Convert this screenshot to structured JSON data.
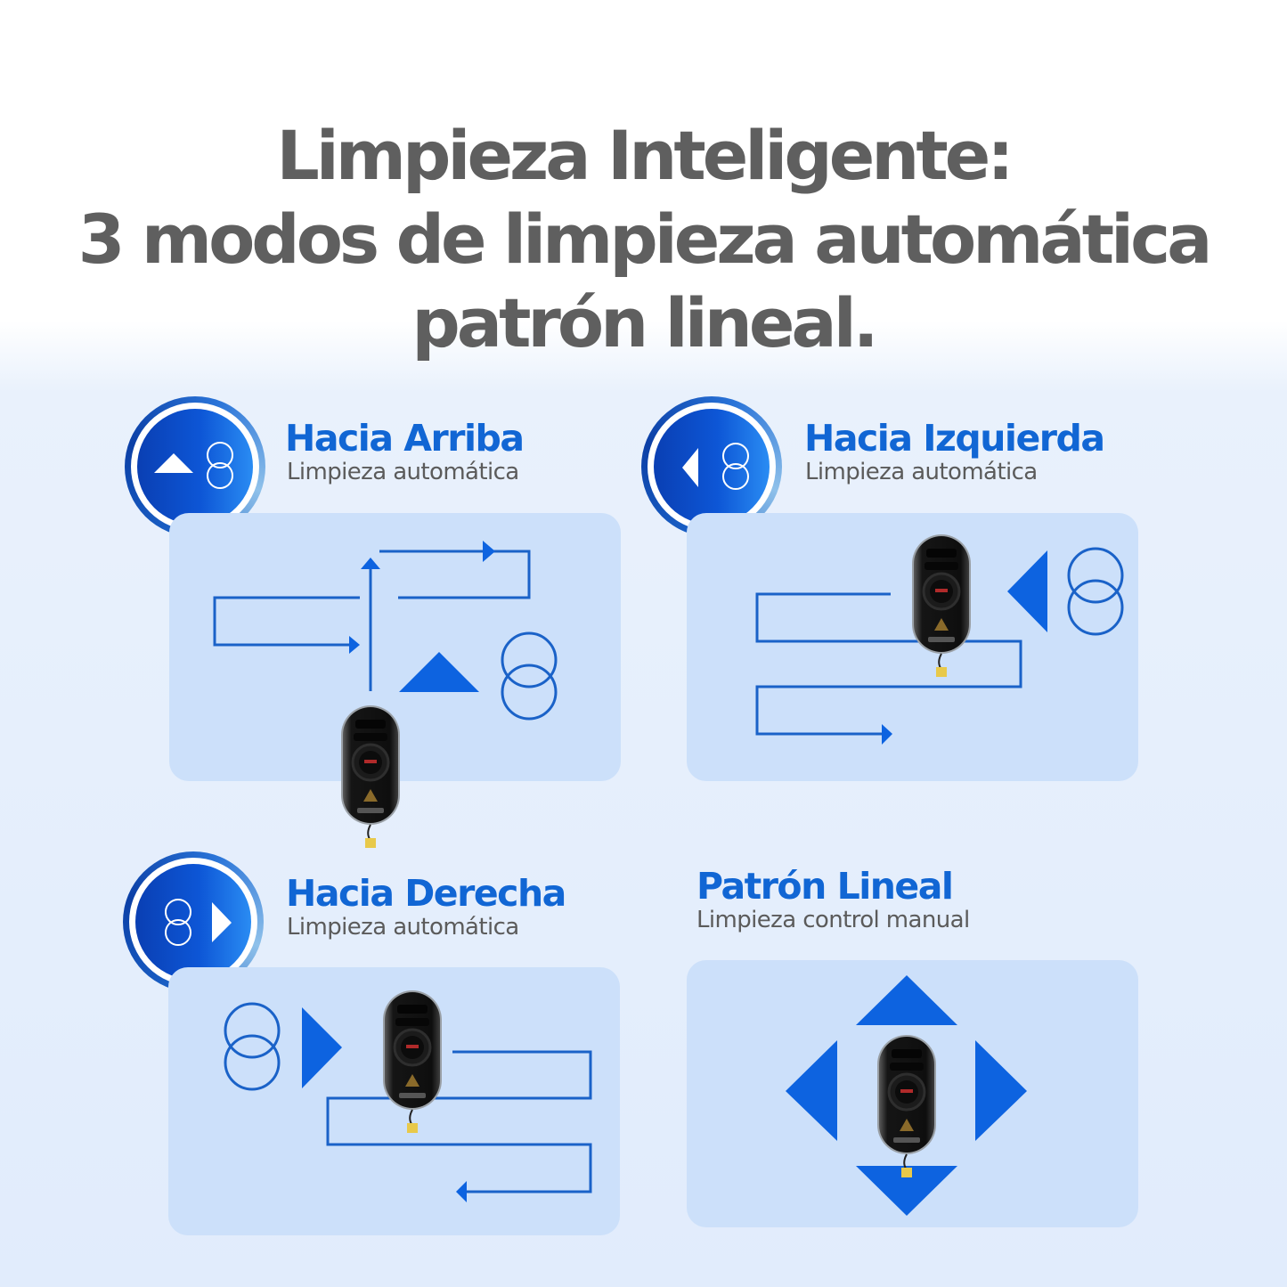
{
  "headline": {
    "line1": "Limpieza Inteligente:",
    "line2": "3 modos de limpieza automática",
    "line3": "patrón lineal."
  },
  "colors": {
    "accent_blue": "#1166d4",
    "arrow_blue": "#0d63e0",
    "path_blue": "#1a62c8",
    "panel_bg": "#cce0fa",
    "headline_gray": "#5f5f5f",
    "subtitle_gray": "#5b5b5b"
  },
  "modes": [
    {
      "title": "Hacia Arriba",
      "subtitle": "Limpieza automática",
      "badge_icon": "up-triangle-with-double-circle-icon",
      "direction": "up"
    },
    {
      "title": "Hacia Izquierda",
      "subtitle": "Limpieza automática",
      "badge_icon": "left-triangle-with-double-circle-icon",
      "direction": "left"
    },
    {
      "title": "Hacia Derecha",
      "subtitle": "Limpieza automática",
      "badge_icon": "double-circle-with-right-triangle-icon",
      "direction": "right"
    },
    {
      "title": "Patrón Lineal",
      "subtitle": "Limpieza control manual",
      "direction": "manual"
    }
  ]
}
